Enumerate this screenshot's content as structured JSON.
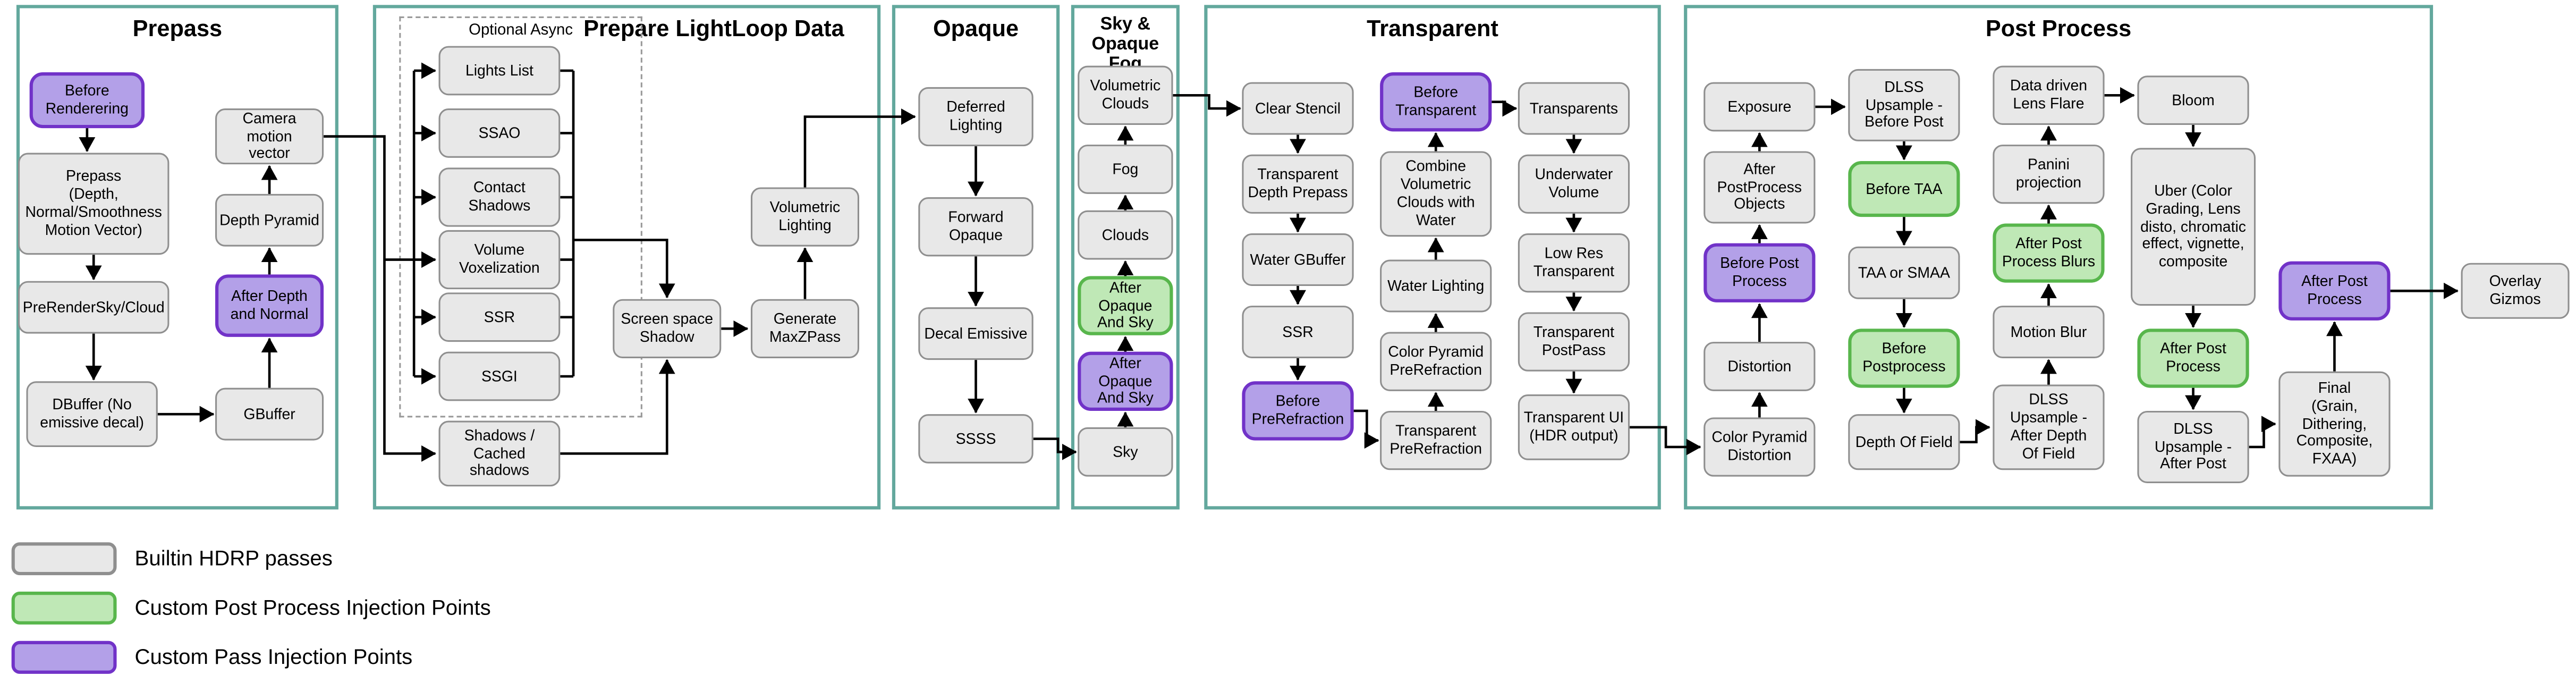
{
  "sections": [
    {
      "title": "Prepass",
      "nodes": {
        "before_renderering": "Before\nRenderering",
        "prepass_depth": "Prepass\n(Depth,\nNormal/Smoothness\nMotion Vector)",
        "prerender_sky_cloud": "PreRenderSky/Cloud",
        "dbuffer": "DBuffer (No\nemissive decal)",
        "camera_motion_vector": "Camera motion\nvector",
        "depth_pyramid": "Depth Pyramid",
        "after_depth_and_normal": "After Depth\nand Normal",
        "gbuffer": "GBuffer"
      }
    },
    {
      "title": "Prepare LightLoop Data",
      "optional_async_label": "Optional Async",
      "nodes": {
        "lights_list": "Lights List",
        "ssao": "SSAO",
        "contact_shadows": "Contact\nShadows",
        "volume_voxelization": "Volume\nVoxelization",
        "ssr": "SSR",
        "ssgi": "SSGI",
        "shadows_cached": "Shadows /\nCached\nshadows",
        "screen_space_shadow": "Screen space\nShadow",
        "generate_maxzpass": "Generate\nMaxZPass",
        "volumetric_lighting": "Volumetric\nLighting"
      }
    },
    {
      "title": "Opaque",
      "nodes": {
        "deferred_lighting": "Deferred\nLighting",
        "forward_opaque": "Forward\nOpaque",
        "decal_emissive": "Decal Emissive",
        "ssss": "SSSS"
      }
    },
    {
      "title": "Sky &\nOpaque Fog",
      "nodes": {
        "volumetric_clouds": "Volumetric\nClouds",
        "fog": "Fog",
        "clouds": "Clouds",
        "after_opaque_and_sky_post": "After Opaque\nAnd Sky",
        "after_opaque_and_sky_pass": "After Opaque\nAnd Sky",
        "sky": "Sky"
      }
    },
    {
      "title": "Transparent",
      "nodes": {
        "clear_stencil": "Clear Stencil",
        "transparent_depth_prepass": "Transparent\nDepth Prepass",
        "water_gbuffer": "Water GBuffer",
        "ssr": "SSR",
        "before_prerefraction": "Before\nPreRefraction",
        "before_transparent": "Before\nTransparent",
        "combine_volumetric_clouds": "Combine\nVolumetric\nClouds with\nWater",
        "water_lighting": "Water Lighting",
        "color_pyramid_prerefraction": "Color Pyramid\nPreRefraction",
        "transparent_prerefraction": "Transparent\nPreRefraction",
        "transparents": "Transparents",
        "underwater_volume": "Underwater\nVolume",
        "low_res_transparent": "Low Res\nTransparent",
        "transparent_postpass": "Transparent\nPostPass",
        "transparent_ui": "Transparent UI\n(HDR output)"
      }
    },
    {
      "title": "Post Process",
      "nodes": {
        "exposure": "Exposure",
        "after_postprocess_objects": "After\nPostProcess\nObjects",
        "before_post_process": "Before Post\nProcess",
        "distortion": "Distortion",
        "color_pyramid_distortion": "Color Pyramid\nDistortion",
        "dlss_upsample_before_post": "DLSS\nUpsample -\nBefore Post",
        "before_taa": "Before TAA",
        "taa_or_smaa": "TAA or SMAA",
        "before_postprocess": "Before\nPostprocess",
        "depth_of_field": "Depth Of Field",
        "data_driven_lens_flare": "Data driven\nLens Flare",
        "panini_projection": "Panini\nprojection",
        "after_post_process_blurs": "After Post\nProcess Blurs",
        "motion_blur": "Motion Blur",
        "dlss_upsample_after_dof": "DLSS\nUpsample -\nAfter Depth\nOf Field",
        "bloom": "Bloom",
        "uber": "Uber (Color\nGrading, Lens\ndisto, chromatic\neffect, vignette,\ncomposite",
        "after_post_process_green": "After Post\nProcess",
        "dlss_upsample_after_post": "DLSS\nUpsample -\nAfter Post",
        "after_post_process_purple": "After Post\nProcess",
        "final": "Final\n(Grain,\nDithering,\nComposite,\nFXAA)"
      }
    }
  ],
  "external_nodes": {
    "overlay_gizmos": "Overlay\nGizmos"
  },
  "legend": {
    "items": [
      {
        "label": "Builtin HDRP passes",
        "type": "builtin"
      },
      {
        "label": "Custom Post Process Injection Points",
        "type": "custom_post_process"
      },
      {
        "label": "Custom Pass Injection Points",
        "type": "custom_pass"
      }
    ]
  },
  "colors": {
    "builtin_fill": "#E8E8E8",
    "builtin_border": "#8F8F8F",
    "custom_post_process_fill": "#BFE8B6",
    "custom_post_process_border": "#58B64C",
    "custom_pass_fill": "#B3A0E8",
    "custom_pass_border": "#7132C8",
    "section_border": "#63A89D",
    "arrow": "#000000"
  }
}
